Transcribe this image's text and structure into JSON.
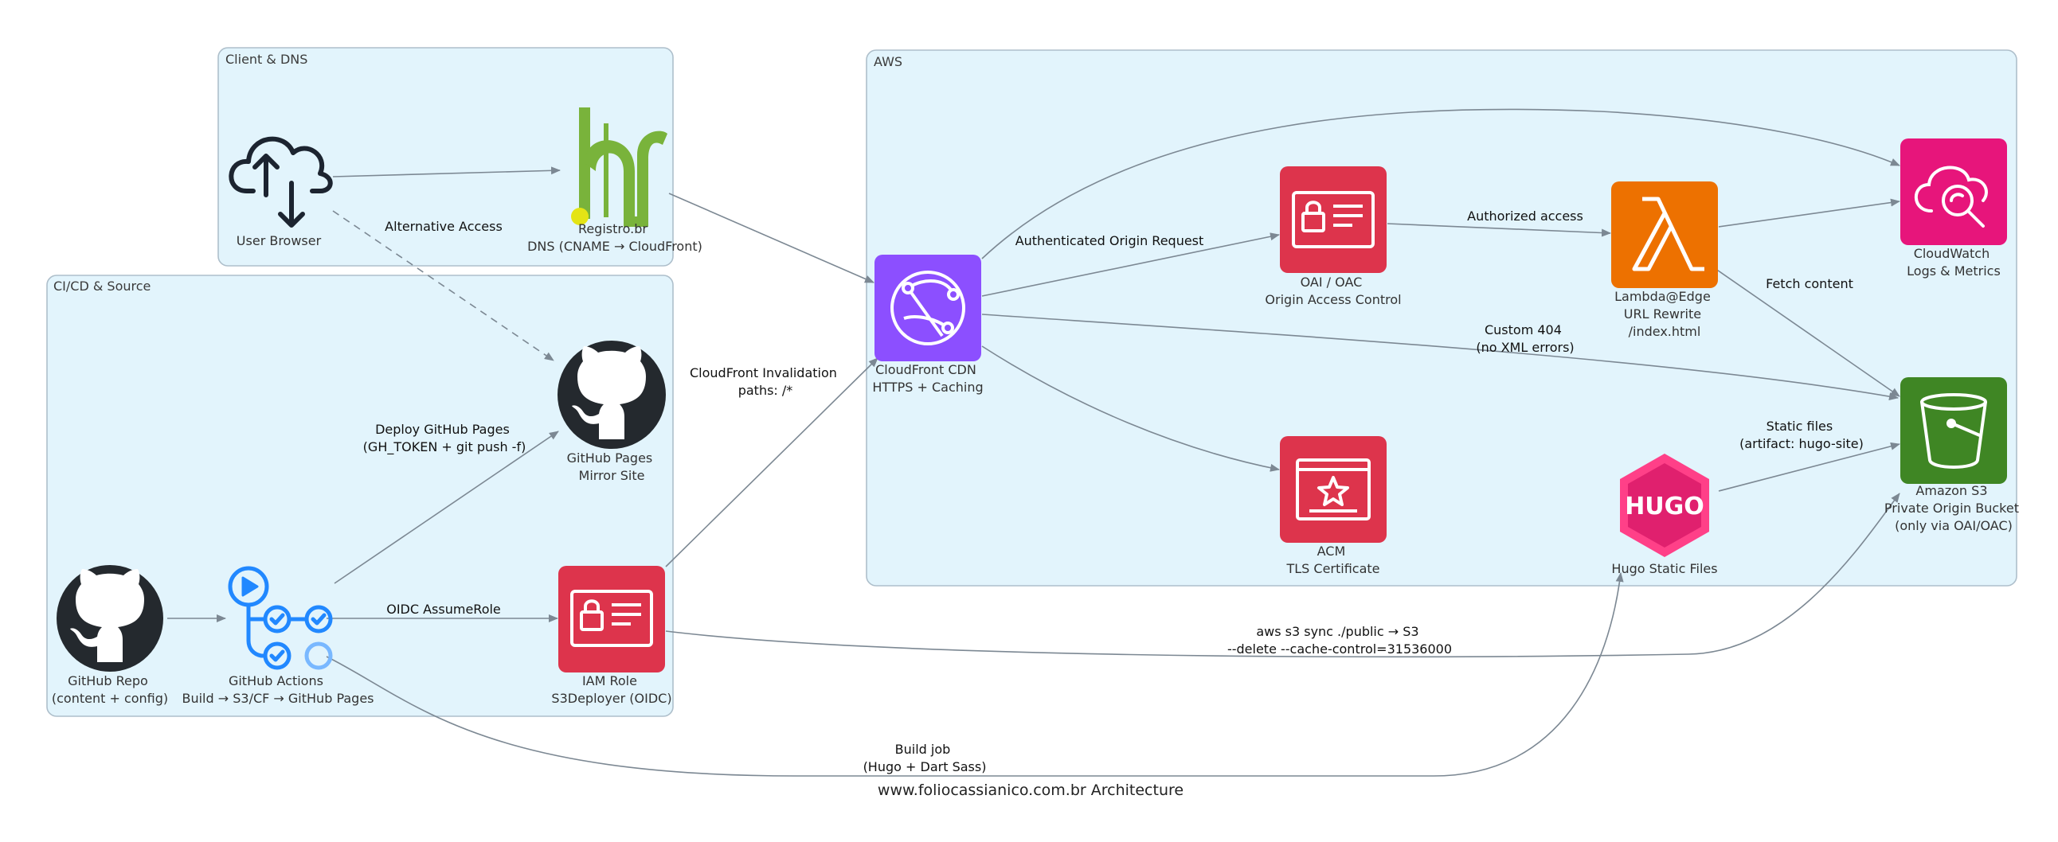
{
  "colors": {
    "cluster_fill": "#e2f4fc",
    "cluster_border": "#aebfcb",
    "edge": "#7c8893",
    "github_dark": "#24292e",
    "actions_blue": "#2188ff",
    "iam_red": "#dd344c",
    "cloudfront_purple": "#8c4fff",
    "lambda_orange": "#ed7100",
    "cloudwatch_pink": "#e7157b",
    "s3_green": "#3f8624",
    "hugo_pink": "#ff4088",
    "registro_green": "#79b33b",
    "registro_dot": "#e4e415"
  },
  "clusters": {
    "client_dns": "Client & DNS",
    "cicd": "CI/CD & Source",
    "aws": "AWS"
  },
  "nodes": {
    "user_browser": {
      "icon": "cloud-upload-download-icon",
      "lines": [
        "User Browser"
      ]
    },
    "registro": {
      "icon": "registro-br-logo",
      "lines": [
        "Registro.br",
        "DNS (CNAME → CloudFront)"
      ]
    },
    "github_pages": {
      "icon": "github-icon",
      "lines": [
        "GitHub Pages",
        "Mirror Site"
      ]
    },
    "github_repo": {
      "icon": "github-icon",
      "lines": [
        "GitHub Repo",
        "(content + config)"
      ]
    },
    "github_actions": {
      "icon": "github-actions-icon",
      "lines": [
        "GitHub Actions",
        "Build → S3/CF → GitHub Pages"
      ]
    },
    "iam_role": {
      "icon": "iam-role-icon",
      "lines": [
        "IAM Role",
        "S3Deployer (OIDC)"
      ]
    },
    "cloudfront": {
      "icon": "cloudfront-icon",
      "lines": [
        "CloudFront CDN",
        "HTTPS + Caching"
      ]
    },
    "oac": {
      "icon": "oac-icon",
      "lines": [
        "OAI / OAC",
        "Origin Access Control"
      ]
    },
    "lambda": {
      "icon": "lambda-icon",
      "lines": [
        "Lambda@Edge",
        "URL Rewrite",
        "/index.html"
      ]
    },
    "cloudwatch": {
      "icon": "cloudwatch-icon",
      "lines": [
        "CloudWatch",
        "Logs & Metrics"
      ]
    },
    "acm": {
      "icon": "acm-certificate-icon",
      "lines": [
        "ACM",
        "TLS Certificate"
      ]
    },
    "hugo": {
      "icon": "hugo-logo",
      "logo_text": "HUGO",
      "lines": [
        "Hugo Static Files"
      ]
    },
    "s3": {
      "icon": "s3-bucket-icon",
      "lines": [
        "Amazon S3",
        "Private Origin Bucket",
        "(only via OAI/OAC)"
      ]
    }
  },
  "edges": {
    "alternative_access": [
      "Alternative Access"
    ],
    "deploy_pages": [
      "Deploy GitHub Pages",
      "(GH_TOKEN + git push -f)"
    ],
    "oidc": [
      "OIDC AssumeRole"
    ],
    "invalidation": [
      "CloudFront Invalidation",
      "paths: /*"
    ],
    "authenticated_origin": [
      "Authenticated Origin Request"
    ],
    "authorized_access": [
      "Authorized access"
    ],
    "fetch_content": [
      "Fetch content"
    ],
    "custom_404": [
      "Custom 404",
      "(no XML errors)"
    ],
    "static_files": [
      "Static files",
      "(artifact: hugo-site)"
    ],
    "s3_sync": [
      "aws s3 sync ./public → S3",
      "--delete --cache-control=31536000"
    ],
    "build_job": [
      "Build job",
      "(Hugo + Dart Sass)"
    ]
  },
  "caption": "www.foliocassianico.com.br Architecture"
}
